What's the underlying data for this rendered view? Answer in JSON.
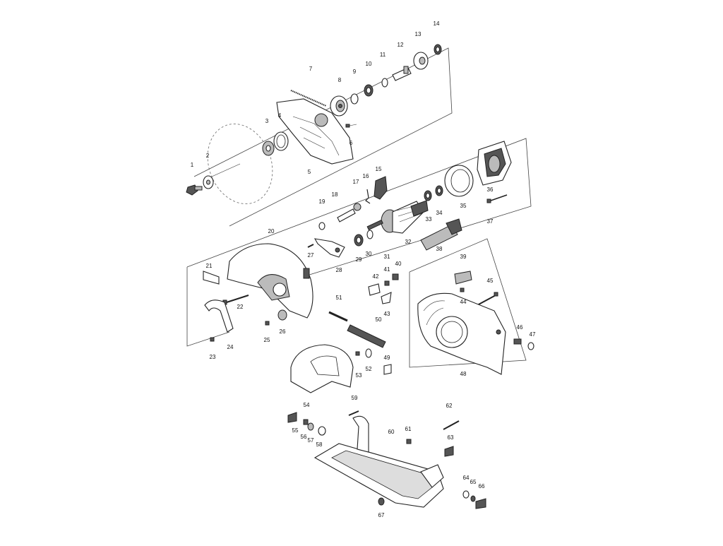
{
  "diagram": {
    "callouts": [
      "1",
      "2",
      "3",
      "4",
      "5",
      "6",
      "7",
      "8",
      "9",
      "10",
      "11",
      "12",
      "13",
      "14",
      "15",
      "16",
      "17",
      "18",
      "19",
      "20",
      "21",
      "22",
      "23",
      "24",
      "25",
      "26",
      "27",
      "28",
      "29",
      "30",
      "31",
      "32",
      "33",
      "34",
      "35",
      "36",
      "37",
      "38",
      "39",
      "40",
      "41",
      "42",
      "43",
      "44",
      "45",
      "46",
      "47",
      "48",
      "49",
      "50",
      "51",
      "52",
      "53",
      "54",
      "55",
      "56",
      "57",
      "58",
      "59",
      "60",
      "61",
      "62",
      "63",
      "64",
      "65",
      "66",
      "67"
    ]
  }
}
